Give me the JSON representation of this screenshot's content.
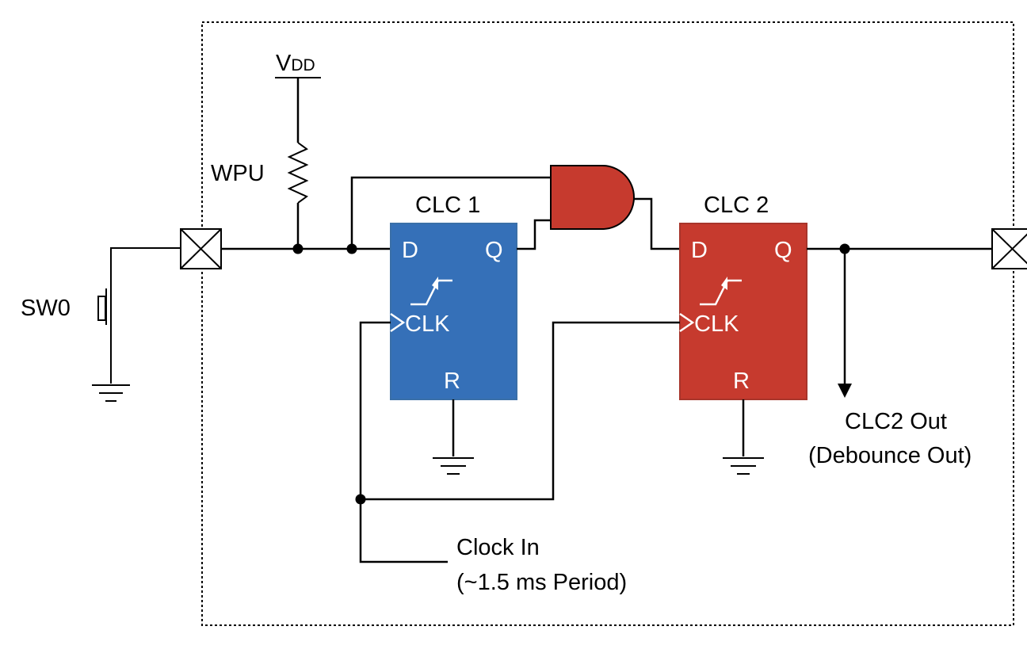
{
  "labels": {
    "vdd_main": "V",
    "vdd_sub": "DD",
    "wpu": "WPU",
    "sw0": "SW0",
    "clc1_title": "CLC 1",
    "clc2_title": "CLC 2",
    "clc1_d": "D",
    "clc1_q": "Q",
    "clc1_clk": "CLK",
    "clc1_r": "R",
    "clc2_d": "D",
    "clc2_q": "Q",
    "clc2_clk": "CLK",
    "clc2_r": "R",
    "out_line1": "CLC2 Out",
    "out_line2": "(Debounce Out)",
    "clock_line1": "Clock In",
    "clock_line2": "(~1.5 ms Period)"
  },
  "colors": {
    "clc1_fill": "#3570B8",
    "clc1_stroke": "#3A6FA8",
    "clc2_fill": "#C63A2E",
    "clc2_stroke": "#A8352B",
    "gate_fill": "#C63A2E",
    "wire": "#000000"
  }
}
